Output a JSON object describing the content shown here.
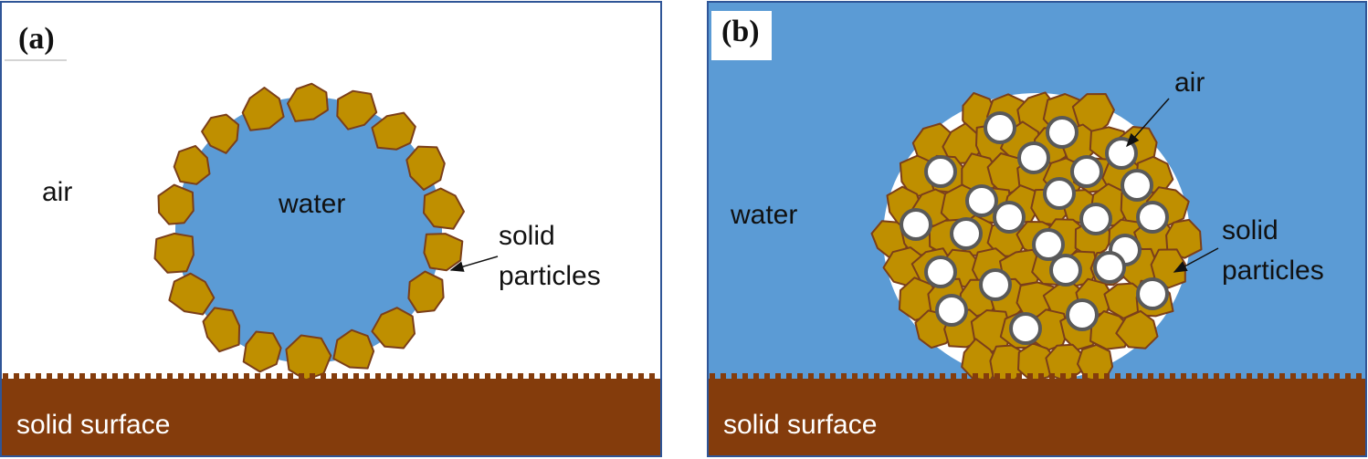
{
  "panels": [
    {
      "id": "a",
      "panel_label": "(a)",
      "outer_medium_label": "air",
      "inner_medium_label": "water",
      "particle_label_line1": "solid",
      "particle_label_line2": "particles",
      "surface_label": "solid surface"
    },
    {
      "id": "b",
      "panel_label": "(b)",
      "outer_medium_label": "water",
      "inner_medium_label": "air",
      "particle_label_line1": "solid",
      "particle_label_line2": "particles",
      "surface_label": "solid surface"
    }
  ],
  "colors": {
    "water": "#5b9bd5",
    "air": "#ffffff",
    "particle_fill": "#bf8f00",
    "particle_stroke": "#7b3f1a",
    "surface": "#843c0c",
    "bubble_stroke": "#595959",
    "frame": "#2f5597"
  }
}
